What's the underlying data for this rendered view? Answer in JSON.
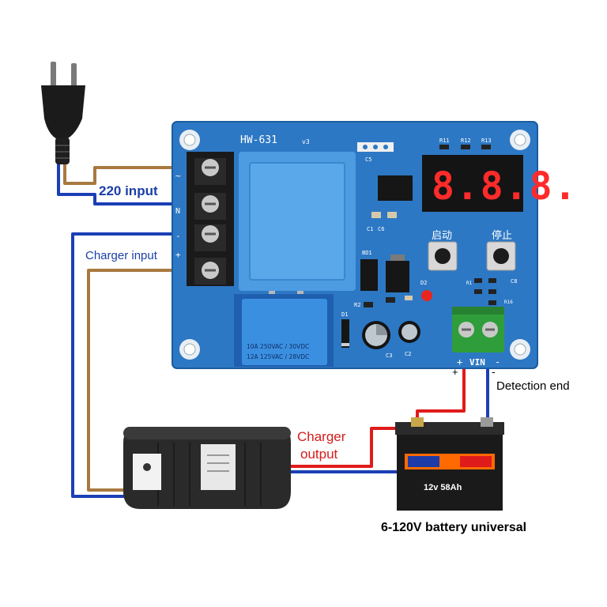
{
  "board": {
    "model": "HW-631",
    "version": "v3",
    "ref_c5": "C5",
    "ref_c6": "C6",
    "ref_c1": "C1",
    "ref_c2": "C2",
    "ref_c3": "C3",
    "ref_c8": "C8",
    "ref_r1": "R1",
    "ref_r2": "R2",
    "ref_r11": "R11",
    "ref_r12": "R12",
    "ref_r13": "R13",
    "ref_r16": "R16",
    "ref_d1": "D1",
    "ref_d2": "D2",
    "ref_bd1": "BD1",
    "terminal_marks": [
      "~",
      "N",
      "-",
      "+"
    ],
    "display_digits": "8.8.8.",
    "start_label": "启动",
    "stop_label": "停止",
    "relay_line1": "10A  250VAC / 30VDC",
    "relay_line2": "12A  125VAC / 28VDC",
    "plus_mark": "+",
    "vin_label": "VIN",
    "minus_mark": "-"
  },
  "labels": {
    "input_220": "220 input",
    "charger_input": "Charger input",
    "detection_end": "Detection end",
    "charger_output_line1": "Charger",
    "charger_output_line2": "output",
    "battery_caption": "6-120V battery universal"
  },
  "battery": {
    "rating": "12v 58Ah"
  },
  "colors": {
    "board_blue": "#2d78c4",
    "wire_blue": "#1b3fb5",
    "wire_brown": "#a8793f",
    "wire_red": "#e01b1b",
    "label_blue": "#1b3fa8",
    "label_red": "#d41c1c"
  }
}
